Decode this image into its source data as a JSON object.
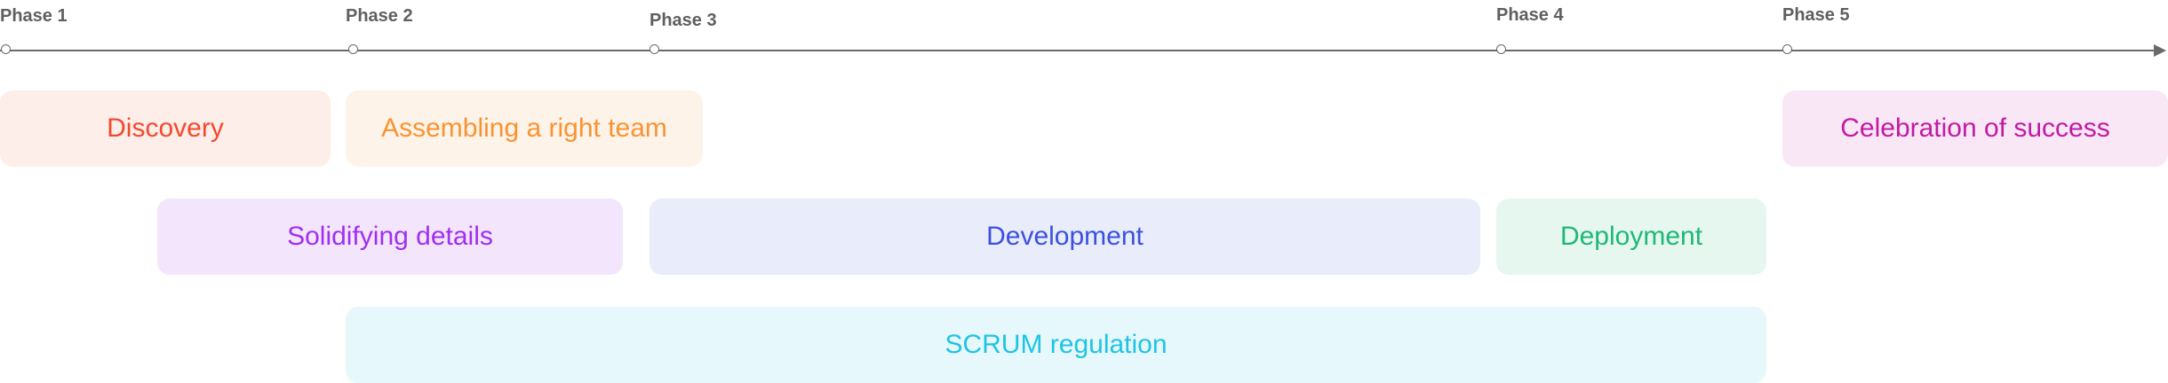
{
  "timeline": {
    "axis_color": "#6a6a6a",
    "phases": [
      {
        "label": "Phase 1"
      },
      {
        "label": "Phase 2"
      },
      {
        "label": "Phase 3"
      },
      {
        "label": "Phase 4"
      },
      {
        "label": "Phase 5"
      }
    ]
  },
  "activities": {
    "discovery": {
      "label": "Discovery",
      "text_color": "#f24a2d",
      "fill_color": "#fdeeea"
    },
    "team": {
      "label": "Assembling a right team",
      "text_color": "#f99332",
      "fill_color": "#fef3e8"
    },
    "celebration": {
      "label": "Celebration of success",
      "text_color": "#c11aa4",
      "fill_color": "#f9e7f6"
    },
    "solidifying": {
      "label": "Solidifying details",
      "text_color": "#a02ff2",
      "fill_color": "#f3e6fc"
    },
    "development": {
      "label": "Development",
      "text_color": "#3b50e0",
      "fill_color": "#e9ecfb"
    },
    "deployment": {
      "label": "Deployment",
      "text_color": "#1fb875",
      "fill_color": "#e6f7f0"
    },
    "scrum": {
      "label": "SCRUM regulation",
      "text_color": "#1fc4e4",
      "fill_color": "#e7f8fc"
    }
  }
}
